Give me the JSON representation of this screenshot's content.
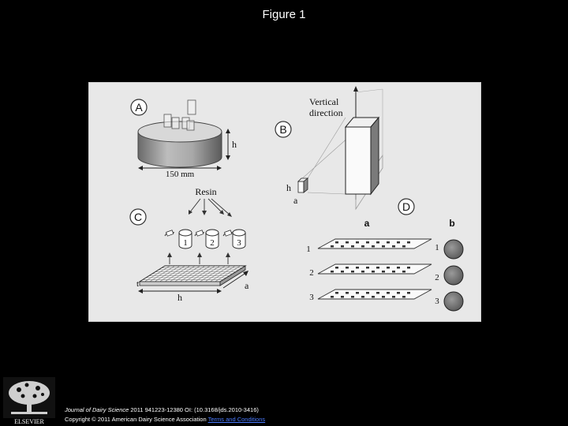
{
  "page": {
    "title": "Figure 1"
  },
  "figure": {
    "panel_labels": [
      "A",
      "B",
      "C",
      "D"
    ],
    "panel_a": {
      "diameter_label": "150 mm",
      "height_label": "h"
    },
    "panel_b": {
      "axis_label_line1": "Vertical",
      "axis_label_line2": "direction",
      "small_h": "h",
      "small_a": "a"
    },
    "panel_c": {
      "resin_label": "Resin",
      "mold_numbers": [
        "1",
        "2",
        "3"
      ],
      "t_label": "t",
      "a_label": "a",
      "h_label": "h"
    },
    "panel_d": {
      "col_a": "a",
      "col_b": "b",
      "row_numbers": [
        "1",
        "2",
        "3"
      ],
      "row_numbers_b": [
        "1",
        "2",
        "3"
      ]
    }
  },
  "footer": {
    "journal": "Journal of Dairy Science",
    "citation_rest": " 2011 941223-12380 OI: (10.3168/jds.2010-3416)",
    "copyright": "Copyright © 2011 American Dairy Science Association",
    "terms_link": "Terms and Conditions",
    "publisher": "ELSEVIER"
  }
}
